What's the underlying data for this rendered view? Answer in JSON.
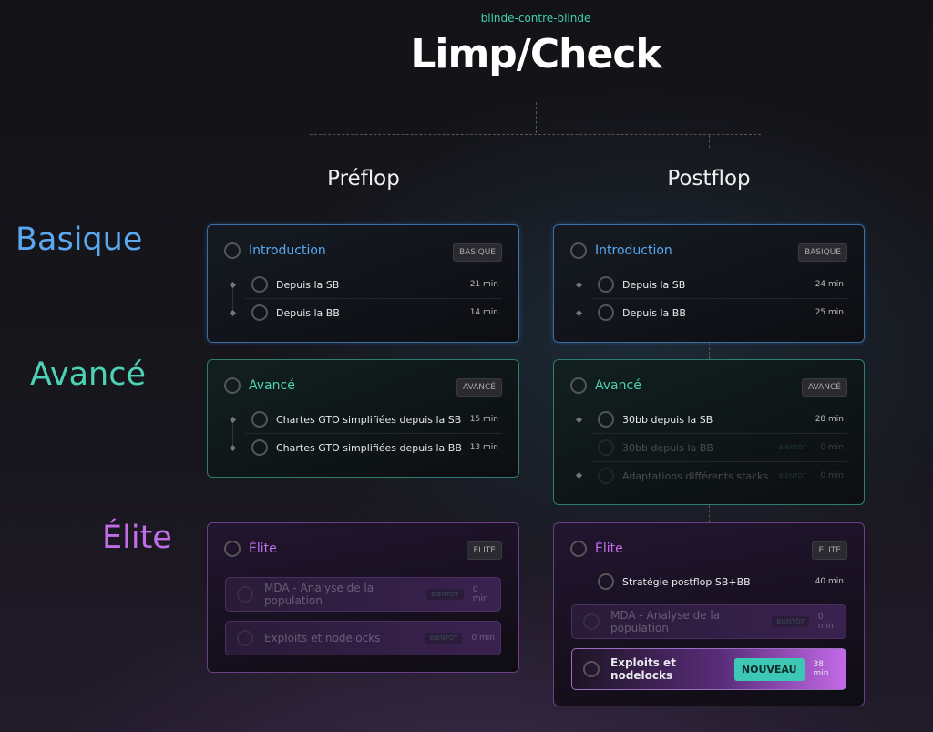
{
  "header": {
    "subtitle": "blinde-contre-blinde",
    "title": "Limp/Check"
  },
  "columns": [
    "Préflop",
    "Postflop"
  ],
  "rows": {
    "basique": "Basique",
    "avance": "Avancé",
    "elite": "Élite"
  },
  "colors": {
    "basique": "#5aa8f0",
    "avance": "#4fd1b5",
    "elite": "#c06de8"
  },
  "preflop": {
    "basique": {
      "title": "Introduction",
      "tag": "BASIQUE",
      "items": [
        {
          "label": "Depuis la SB",
          "min": "21 min"
        },
        {
          "label": "Depuis la BB",
          "min": "14 min"
        }
      ]
    },
    "avance": {
      "title": "Avancé",
      "tag": "AVANCÉ",
      "items": [
        {
          "label": "Chartes GTO simplifiées depuis la SB",
          "min": "15 min"
        },
        {
          "label": "Chartes GTO simplifiées depuis la BB",
          "min": "13 min"
        }
      ]
    },
    "elite": {
      "title": "Élite",
      "tag": "ELITE",
      "items": [
        {
          "label": "MDA - Analyse de la population",
          "badge": "BIENTÔT",
          "min": "0 min"
        },
        {
          "label": "Exploits et nodelocks",
          "badge": "BIENTÔT",
          "min": "0 min"
        }
      ]
    }
  },
  "postflop": {
    "basique": {
      "title": "Introduction",
      "tag": "BASIQUE",
      "items": [
        {
          "label": "Depuis la SB",
          "min": "24 min"
        },
        {
          "label": "Depuis la BB",
          "min": "25 min"
        }
      ]
    },
    "avance": {
      "title": "Avancé",
      "tag": "AVANCÉ",
      "items": [
        {
          "label": "30bb depuis la SB",
          "min": "28 min"
        },
        {
          "label": "30bb depuis la BB",
          "badge": "BIENTÔT",
          "min": "0 min"
        },
        {
          "label": "Adaptations différents stacks",
          "badge": "BIENTÔT",
          "min": "0 min"
        }
      ]
    },
    "elite": {
      "title": "Élite",
      "tag": "ELITE",
      "items": [
        {
          "label": "Stratégie postflop SB+BB",
          "min": "40 min"
        },
        {
          "label": "MDA - Analyse de la population",
          "badge": "BIENTÔT",
          "min": "0 min"
        },
        {
          "label": "Exploits et nodelocks",
          "badge": "NOUVEAU",
          "min": "38 min"
        }
      ]
    }
  }
}
